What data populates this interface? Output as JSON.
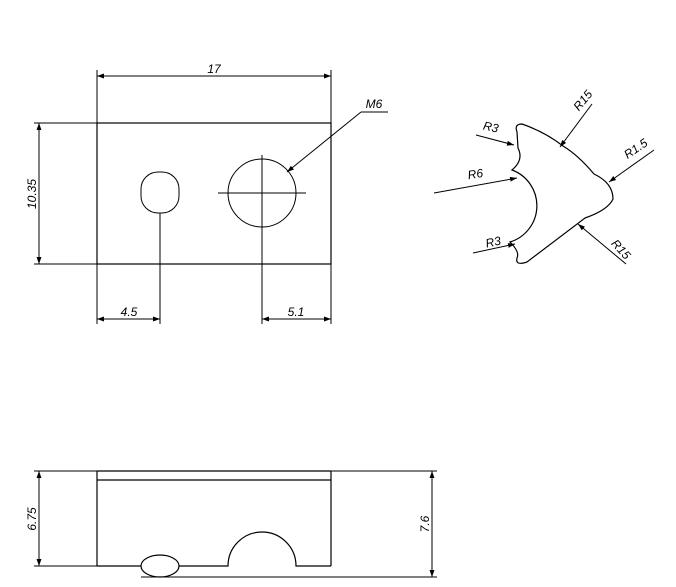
{
  "top_view": {
    "width_dim": "17",
    "height_dim": "10.35",
    "left_offset_dim": "4.5",
    "right_offset_dim": "5.1",
    "thread_callout": "M6"
  },
  "side_view": {
    "left_height_dim": "6.75",
    "right_height_dim": "7.6"
  },
  "profile_view": {
    "radius_top_left": "R3",
    "radius_top_right": "R15",
    "radius_left": "R6",
    "radius_tip": "R1.5",
    "radius_bottom_left": "R3",
    "radius_bottom_right": "R15"
  }
}
